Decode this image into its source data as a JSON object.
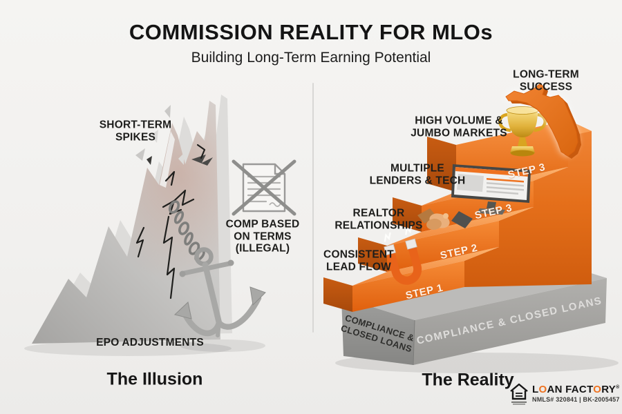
{
  "header": {
    "title": "COMMISSION REALITY FOR MLOs",
    "subtitle": "Building Long-Term Earning Potential"
  },
  "illusion": {
    "caption": "The Illusion",
    "spikes_label": "SHORT-TERM\nSPIKES",
    "comp_label": "COMP BASED\nON TERMS\n(ILLEGAL)",
    "epo_label": "EPO ADJUSTMENTS"
  },
  "reality": {
    "caption": "The Reality",
    "success_label": "LONG-TERM\nSUCCESS",
    "volume_label": "HIGH VOLUME &\nJUMBO MARKETS",
    "lenders_label": "MULTIPLE\nLENDERS & TECH",
    "realtor_label": "REALTOR\nRELATIONSHIPS",
    "leads_label": "CONSISTENT\nLEAD FLOW",
    "steps": [
      {
        "label": "STEP 1"
      },
      {
        "label": "STEP 2"
      },
      {
        "label": "STEP 3"
      },
      {
        "label": "STEP 3"
      }
    ],
    "base_left_label": "COMPLIANCE &\nCLOSED LOANS",
    "base_front_label": "COMPLIANCE & CLOSED LOANS"
  },
  "footer": {
    "brand_parts": [
      "L",
      "O",
      "AN FACT",
      "O",
      "RY"
    ],
    "brand_mark": "®",
    "license": "NMLS# 320841 | BK-2005457"
  },
  "colors": {
    "accent_orange": "#ee7220",
    "steel_gray": "#b9b8b6",
    "base_gray": "#a8a7a5"
  }
}
